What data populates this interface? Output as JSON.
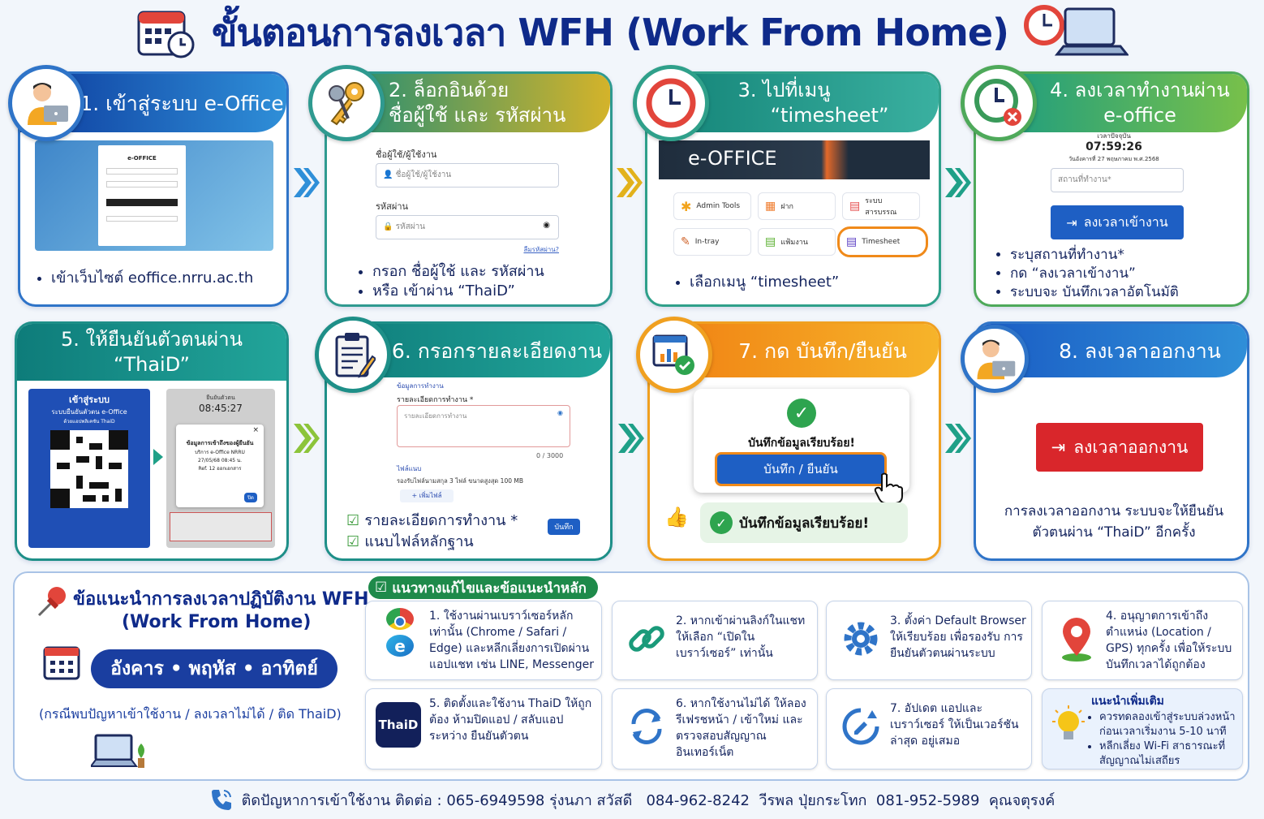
{
  "title": "ขั้นตอนการลงเวลา WFH (Work From Home)",
  "colors": {
    "navy": "#0f2a8a",
    "blue": "#2f74c8",
    "teal": "#0f8f8a",
    "green": "#5ab030",
    "orange": "#f08a1a",
    "gold": "#e2b21c",
    "red": "#d8322e"
  },
  "steps": {
    "s1": {
      "title": "1. เข้าสู่ระบบ e-Office",
      "bullet": "เข้าเว็บไซต์ eoffice.nrru.ac.th",
      "icon": "user-laptop-icon"
    },
    "s2": {
      "title1": "2. ล็อกอินด้วย",
      "title2": "ชื่อผู้ใช้ และ รหัสผ่าน",
      "user_label": "ชื่อผู้ใช้/ผู้ใช้งาน",
      "user_placeholder": "ชื่อผู้ใช้/ผู้ใช้งาน",
      "pass_label": "รหัสผ่าน",
      "pass_placeholder": "รหัสผ่าน",
      "forgot": "ลืมรหัสผ่าน?",
      "bullets": [
        "กรอก ชื่อผู้ใช้ และ รหัสผ่าน",
        "หรือ เข้าผ่าน “ThaiD”"
      ],
      "icon": "keys-icon"
    },
    "s3": {
      "title1": "3. ไปที่เมนู",
      "title2": "“timesheet”",
      "banner": "e-OFFICE",
      "tiles": [
        "Admin Tools",
        "ฝาก",
        "ระบบ สารบรรณ",
        "In-tray",
        "แฟ้มงาน",
        "Timesheet"
      ],
      "bullet": "เลือกเมนู “timesheet”",
      "icon": "clock-icon"
    },
    "s4": {
      "title1": "4. ลงเวลาทำงานผ่าน",
      "title2": "e-office",
      "time_label": "เวลาปัจจุบัน",
      "time": "07:59:26",
      "date": "วันอังคารที่ 27 พฤษภาคม พ.ศ.2568",
      "place_placeholder": "สถานที่ทำงาน*",
      "checkin_button": "ลงเวลาเข้างาน",
      "bullets": [
        "ระบุสถานที่ทำงาน*",
        "กด “ลงเวลาเข้างาน”",
        "ระบบจะ บันทึกเวลาอัตโนมัติ"
      ],
      "icon": "clock-cancel-icon"
    },
    "s5": {
      "title1": "5. ให้ยืนยันตัวตนผ่าน",
      "title2": "“ThaiD”",
      "login_title": "เข้าสู่ระบบ",
      "login_sub": "ระบบยืนยันตัวตน e-Office",
      "login_sub2": "ด้วยแอปพลิเคชัน ThaiD",
      "phone_time": "08:45:27",
      "phone_label": "ยืนยันตัวตน",
      "popup_title": "ข้อมูลการเข้าถึงของผู้ยืนยัน",
      "popup_l1": "บริการ e-Office NRRU",
      "popup_l2": "27/05/68 08:45 น.",
      "popup_l3": "Ref. 12 ออกเอกสาร",
      "popup_ok": "ปิด"
    },
    "s6": {
      "title": "6. กรอกรายละเอียดงาน",
      "section": "ข้อมูลการทำงาน",
      "field_label": "รายละเอียดการทำงาน *",
      "field_placeholder": "รายละเอียดการทำงาน",
      "counter": "0 / 3000",
      "attach_label": "ไฟล์แนบ",
      "attach_hint": "รองรับไฟล์นามสกุล 3 ไฟล์ ขนาดสูงสุด 100 MB",
      "add_file": "+ เพิ่มไฟล์",
      "checks": [
        "รายละเอียดการทำงาน *",
        "แนบไฟล์หลักฐาน"
      ],
      "save_button": "บันทึก",
      "icon": "clipboard-icon"
    },
    "s7": {
      "title": "7. กด บันทึก/ยืนยัน",
      "dialog_msg": "บันทึกข้อมูลเรียบร้อย!",
      "confirm_button": "บันทึก / ยืนยัน",
      "toast": "บันทึกข้อมูลเรียบร้อย!",
      "icon": "report-check-icon"
    },
    "s8": {
      "title": "8. ลงเวลาออกงาน",
      "checkout_button": "ลงเวลาออกงาน",
      "note1": "การลงเวลาออกงาน ระบบจะให้ยืนยัน",
      "note2": "ตัวตนผ่าน “ThaiD”  อีกครั้ง",
      "icon": "user-laptop-icon"
    }
  },
  "advice": {
    "title1": "ข้อแนะนำการลงเวลาปฏิบัติงาน WFH",
    "title2": "(Work From Home)",
    "days": "อังคาร • พฤหัส • อาทิตย์",
    "note": "(กรณีพบปัญหาเข้าใช้งาน / ลงเวลาไม่ได้ / ติด ThaiD)",
    "guide_header": "แนวทางแก้ไขและข้อแนะนำหลัก",
    "tips": [
      {
        "text": "1. ใช้งานผ่านเบราว์เซอร์หลักเท่านั้น (Chrome / Safari / Edge) และหลีกเลี่ยงการเปิดผ่านแอปแชท เช่น LINE, Messenger",
        "icon": "browser-icon"
      },
      {
        "text": "2. หากเข้าผ่านลิงก์ในแชท ให้เลือก “เปิดในเบราว์เซอร์” เท่านั้น",
        "icon": "link-icon"
      },
      {
        "text": "3. ตั้งค่า Default Browser ให้เรียบร้อย เพื่อรองรับ การยืนยันตัวตนผ่านระบบ",
        "icon": "gear-icon"
      },
      {
        "text": "4. อนุญาตการเข้าถึง ตำแหน่ง (Location / GPS) ทุกครั้ง เพื่อให้ระบบ บันทึกเวลาได้ถูกต้อง",
        "icon": "location-pin-icon"
      },
      {
        "text": "5. ติดตั้งและใช้งาน ThaiD ให้ถูกต้อง ห้ามปิดแอป / สลับแอประหว่าง ยืนยันตัวตน",
        "icon": "thaid-icon",
        "logo": "ThaiD"
      },
      {
        "text": "6. หากใช้งานไม่ได้ ให้ลอง รีเฟรชหน้า / เข้าใหม่ และตรวจสอบสัญญาณ อินเทอร์เน็ต",
        "icon": "refresh-icon"
      },
      {
        "text": "7. อัปเดต แอปและเบราว์เซอร์ ให้เป็นเวอร์ชันล่าสุด อยู่เสมอ",
        "icon": "update-icon"
      }
    ],
    "more_title": "แนะนำเพิ่มเติม",
    "more_items": [
      "ควรทดลองเข้าสู่ระบบล่วงหน้า ก่อนเวลาเริ่มงาน 5-10 นาที",
      "หลีกเลี่ยง Wi-Fi สาธารณะที่ สัญญาณไม่เสถียร"
    ]
  },
  "footer": "ติดปัญหาการเข้าใช้งาน ติดต่อ : 065-6949598 รุ่งนภา สวัสดี   084-962-8242  วีรพล ปุ่ยกระโทก  081-952-5989  คุณจตุรงค์"
}
